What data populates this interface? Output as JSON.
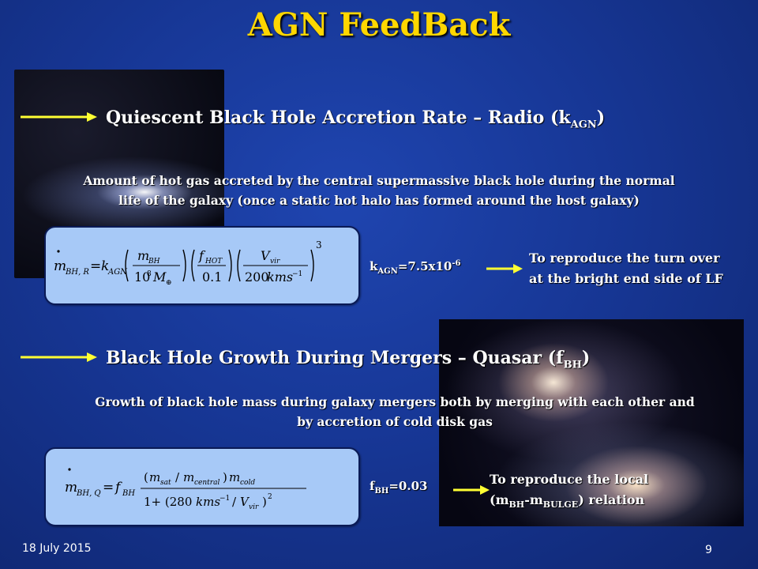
{
  "title": "AGN FeedBack",
  "section1": {
    "heading_text": "Quiescent Black Hole Accretion Rate – Radio (k",
    "heading_sub": "AGN",
    "heading_close": ")",
    "description_line1": "Amount of hot gas accreted by the central supermassive black hole during the normal",
    "description_line2": "life of the galaxy (once a static hot halo has formed around the host galaxy)",
    "param_main": "k",
    "param_sub": "AGN",
    "param_value": "=7.5x10",
    "param_exp": "-6",
    "note_line1": "To reproduce the turn over",
    "note_line2": "at the bright end side of LF"
  },
  "section2": {
    "heading_text": "Black Hole Growth During Mergers – Quasar (f",
    "heading_sub": "BH",
    "heading_close": ")",
    "description_line1": "Growth of black hole mass during galaxy mergers both by merging with each other and",
    "description_line2": "by accretion of cold disk gas",
    "param_main": "f",
    "param_sub": "BH",
    "param_value": "=0.03",
    "note_line1": "To reproduce the local",
    "note_line2_a": "(m",
    "note_line2_sub1": "BH",
    "note_line2_b": "-m",
    "note_line2_sub2": "BULGE",
    "note_line2_c": ") relation"
  },
  "footer": {
    "date": "18 July 2015",
    "page_number": "9"
  },
  "colors": {
    "title": "#ffd700",
    "arrow_fill": "#ffff33",
    "equation_box": "#a7c9f7"
  }
}
